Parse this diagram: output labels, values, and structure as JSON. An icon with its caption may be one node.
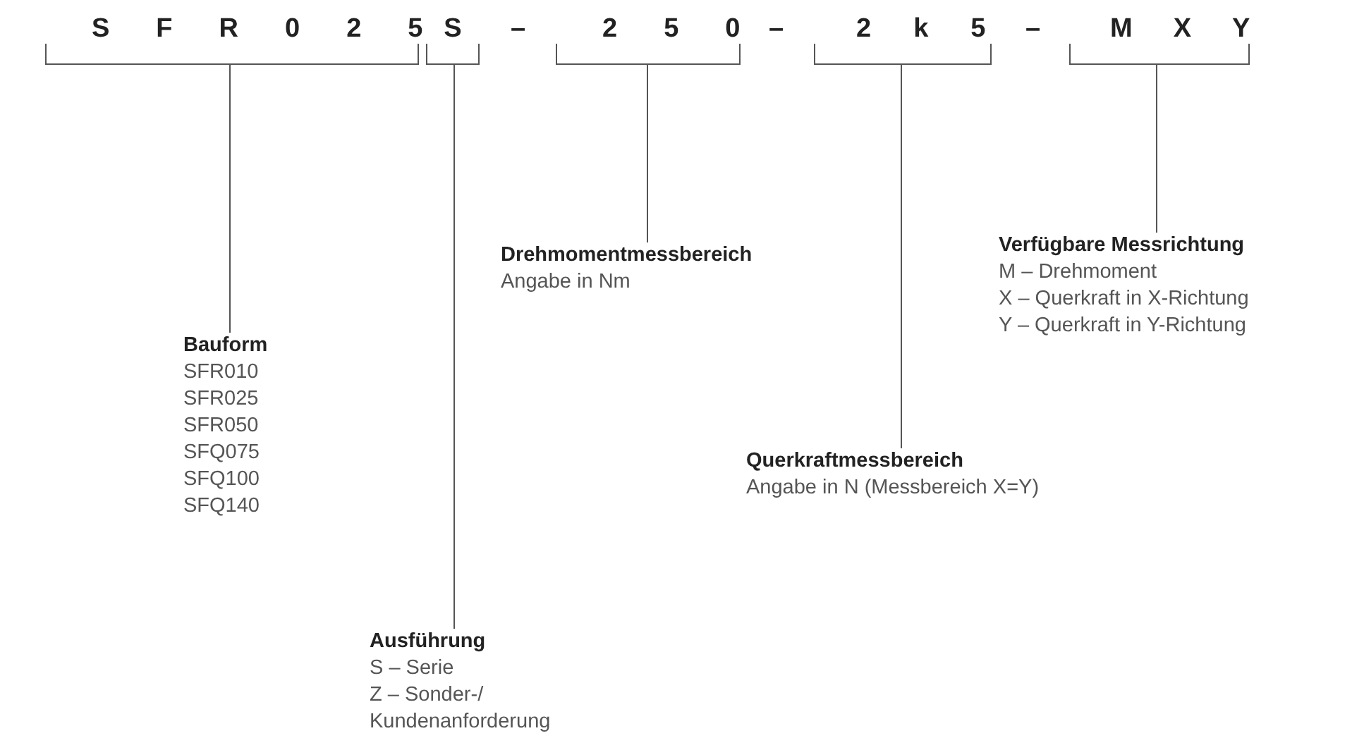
{
  "diagram": {
    "nodes": [
      {
        "text": [
          "SFR025"
        ]
      },
      {
        "text": [
          "S"
        ]
      },
      {
        "text": [
          "250"
        ]
      },
      {
        "text": [
          "2k5"
        ]
      },
      {
        "text": [
          "MXY"
        ]
      },
      {
        "text": [
          "Bauform",
          "SFR010",
          "SFR025",
          "SFR050",
          "SFQ075",
          "SFQ100",
          "SFQ140"
        ]
      },
      {
        "text": [
          "Ausführung",
          "S – Serie",
          "Z – Sonder-/ Kundenanforderung"
        ]
      },
      {
        "text": [
          "Drehmomentmessbereich",
          "Angabe in Nm"
        ]
      },
      {
        "text": [
          "Querkraftmessbereich",
          "Angabe in N (Messbereich X=Y)"
        ]
      },
      {
        "text": [
          "Verfügbare Messrichtung",
          "M – Drehmoment",
          "X – Querkraft in X-Richtung",
          "Y – Querkraft in Y-Richtung"
        ]
      }
    ],
    "edges": [
      {
        "from": 0,
        "to": 5,
        "arrow": "none"
      },
      {
        "from": 1,
        "to": 6,
        "arrow": "none"
      },
      {
        "from": 2,
        "to": 7,
        "arrow": "none"
      },
      {
        "from": 3,
        "to": 8,
        "arrow": "none"
      },
      {
        "from": 4,
        "to": 9,
        "arrow": "none"
      }
    ],
    "labels": [
      "–",
      "–",
      "–"
    ]
  }
}
